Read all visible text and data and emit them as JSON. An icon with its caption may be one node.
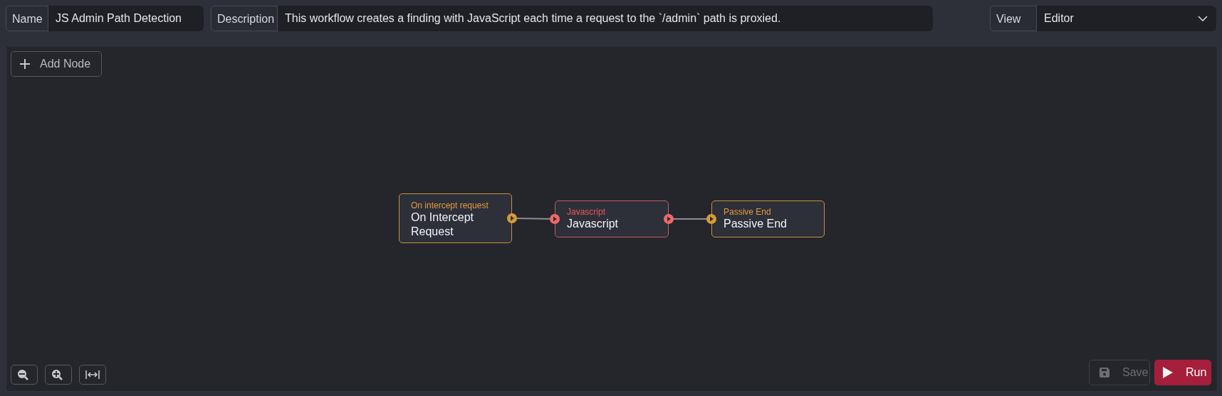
{
  "diagram": {
    "nodes": [
      {
        "text": [
          "On intercept request",
          "On Intercept Request"
        ]
      },
      {
        "text": [
          "Javascript",
          "Javascript"
        ]
      },
      {
        "text": [
          "Passive End",
          "Passive End"
        ]
      }
    ],
    "edges": [
      {
        "from": 0,
        "to": 1,
        "arrow": "to"
      },
      {
        "from": 1,
        "to": 2,
        "arrow": "to"
      }
    ],
    "labels": [
      "Name",
      "JS Admin Path Detection",
      "Description",
      "This workflow creates a finding with JavaScript each time a request to the `/admin` path is proxied.",
      "View",
      "Editor",
      "Add Node",
      "Save",
      "Run"
    ]
  }
}
